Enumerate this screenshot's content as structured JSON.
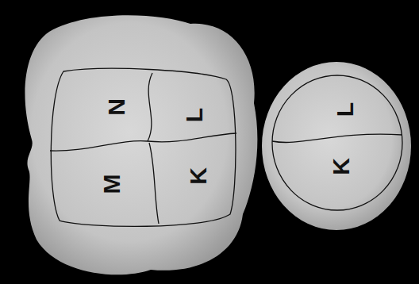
{
  "diagram": {
    "nodes": [
      {
        "text": [
          "N"
        ]
      },
      {
        "text": [
          "L"
        ]
      },
      {
        "text": [
          "M"
        ]
      },
      {
        "text": [
          "K"
        ]
      },
      {
        "text": [
          "L"
        ]
      },
      {
        "text": [
          "K"
        ]
      }
    ]
  }
}
